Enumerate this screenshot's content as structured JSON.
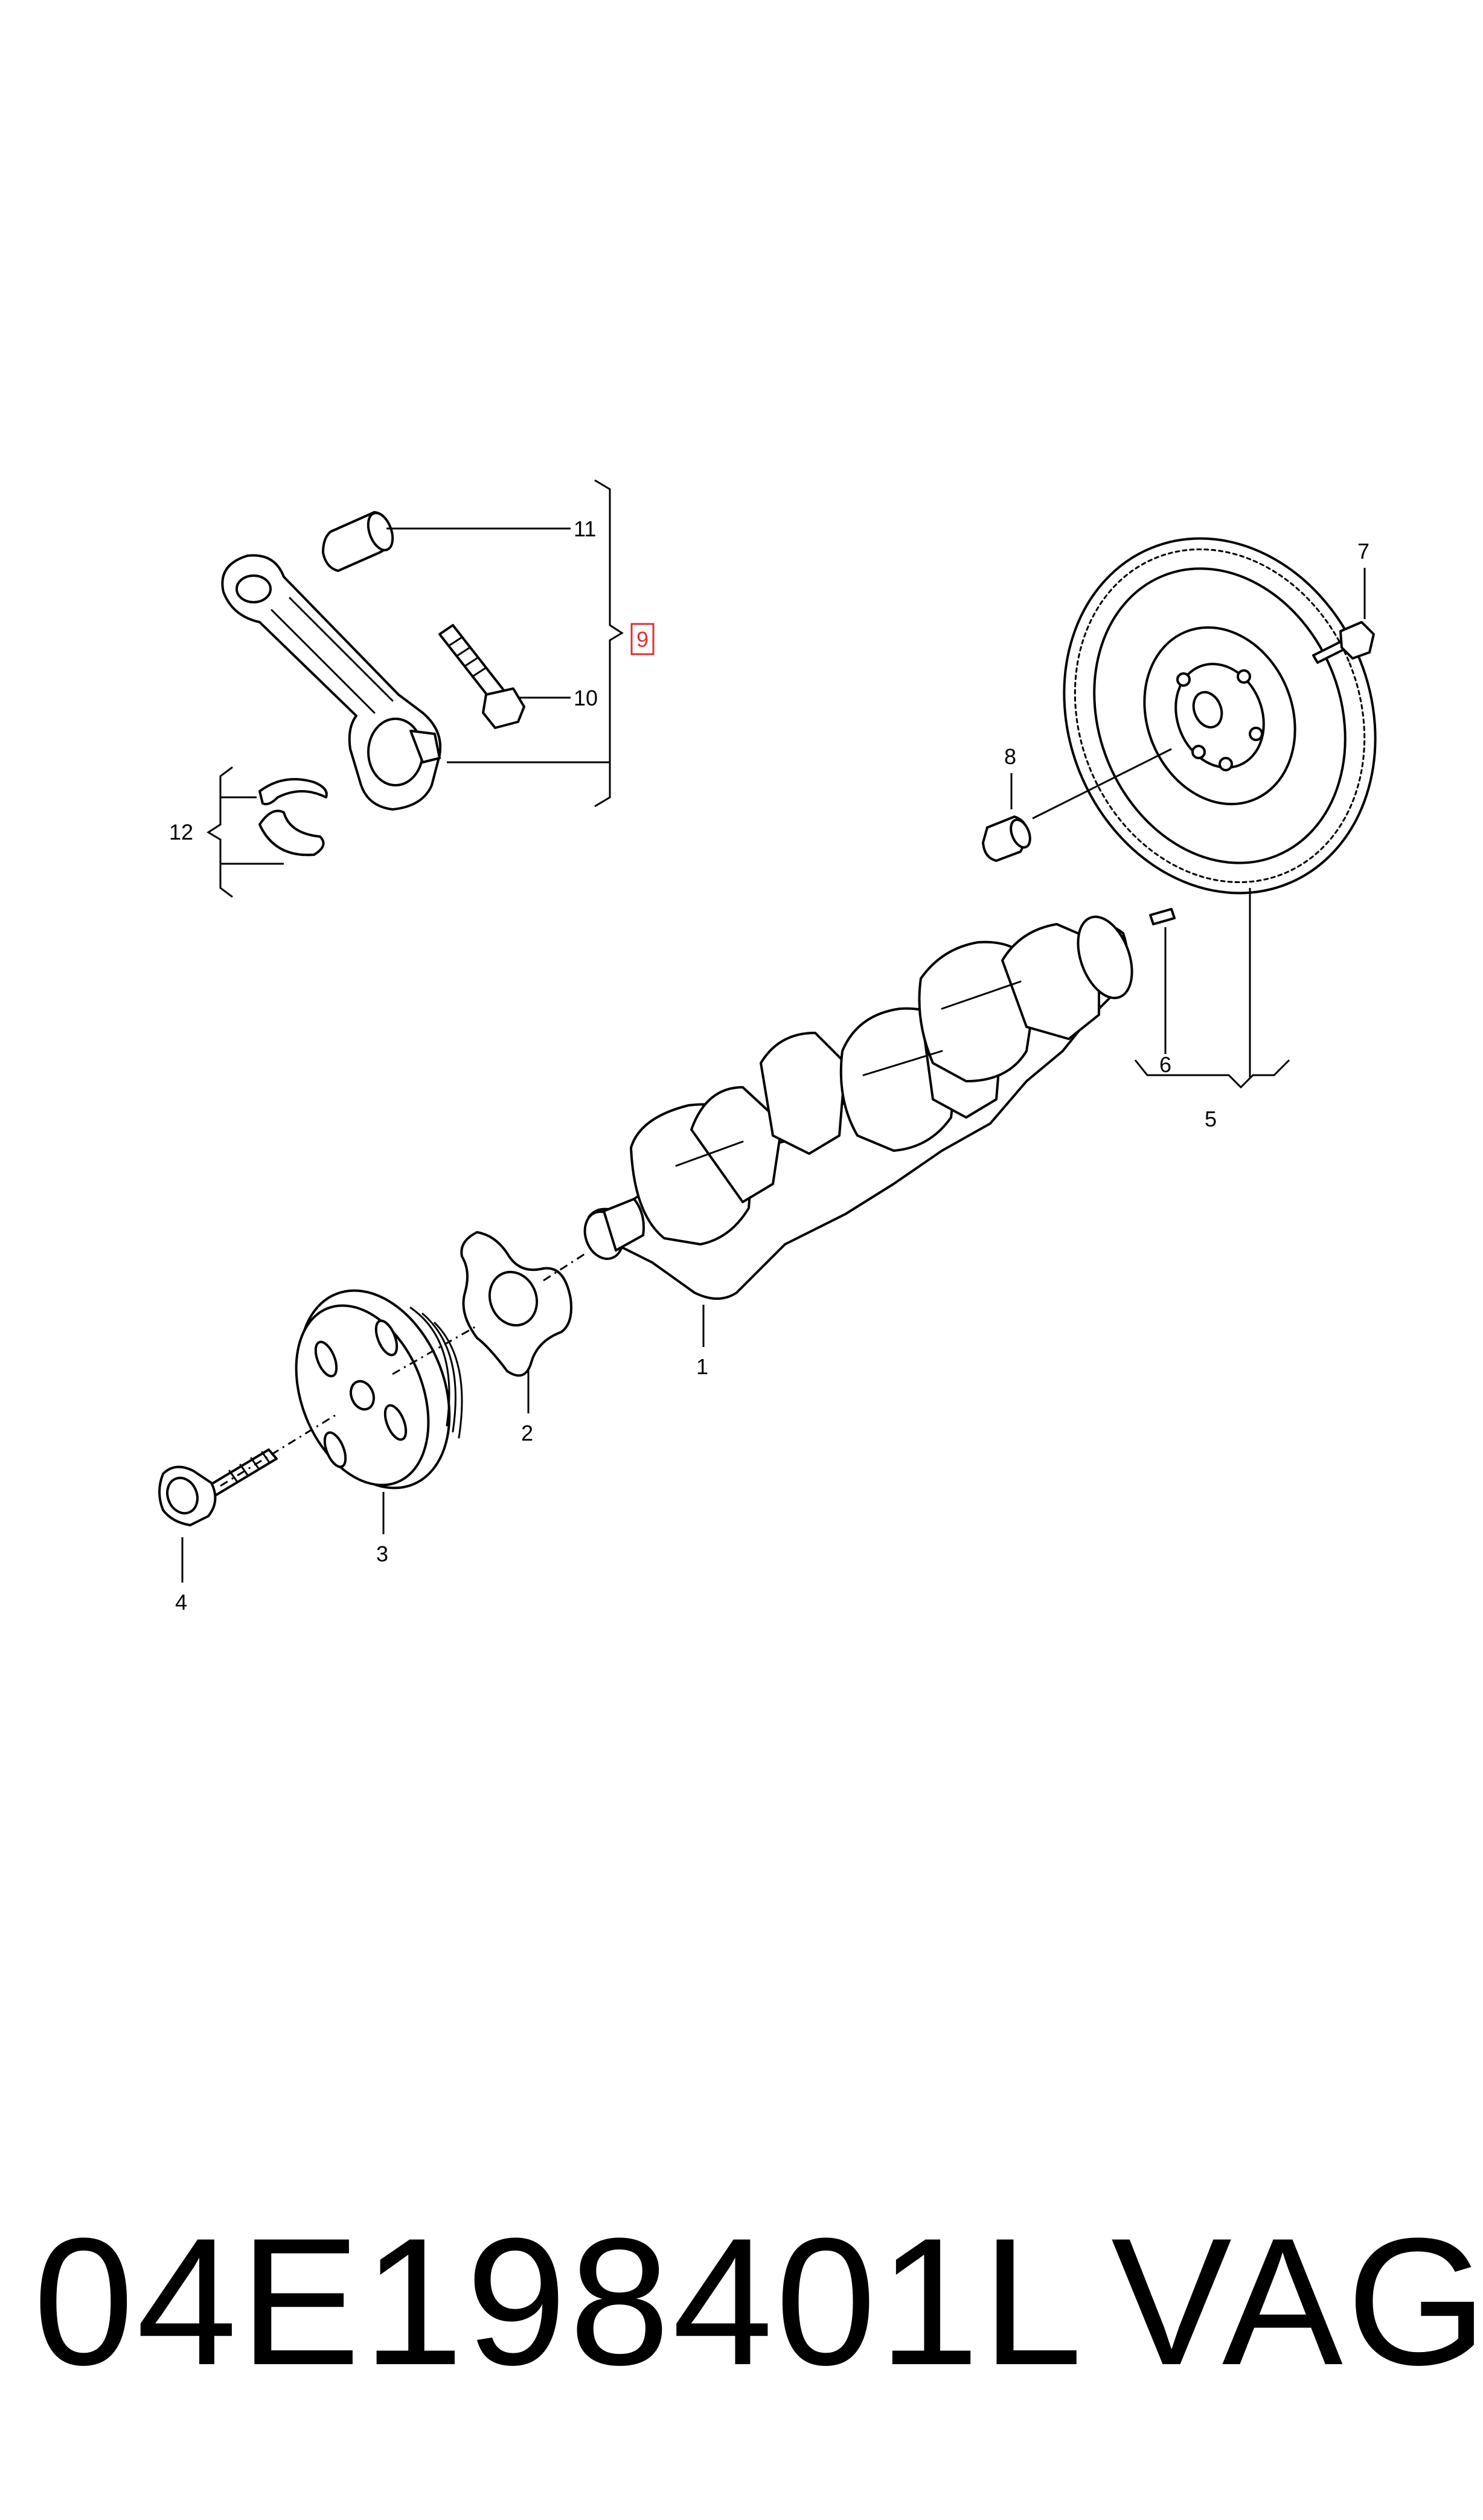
{
  "diagram": {
    "callouts": {
      "c1": "1",
      "c2": "2",
      "c3": "3",
      "c4": "4",
      "c5": "5",
      "c6": "6",
      "c7": "7",
      "c8": "8",
      "c9": "9",
      "c10": "10",
      "c11": "11",
      "c12": "12"
    },
    "highlight_color": "#e0302f",
    "highlighted_callout": "9"
  },
  "footer": {
    "part_number": "04E198401L",
    "brand": "VAG"
  }
}
